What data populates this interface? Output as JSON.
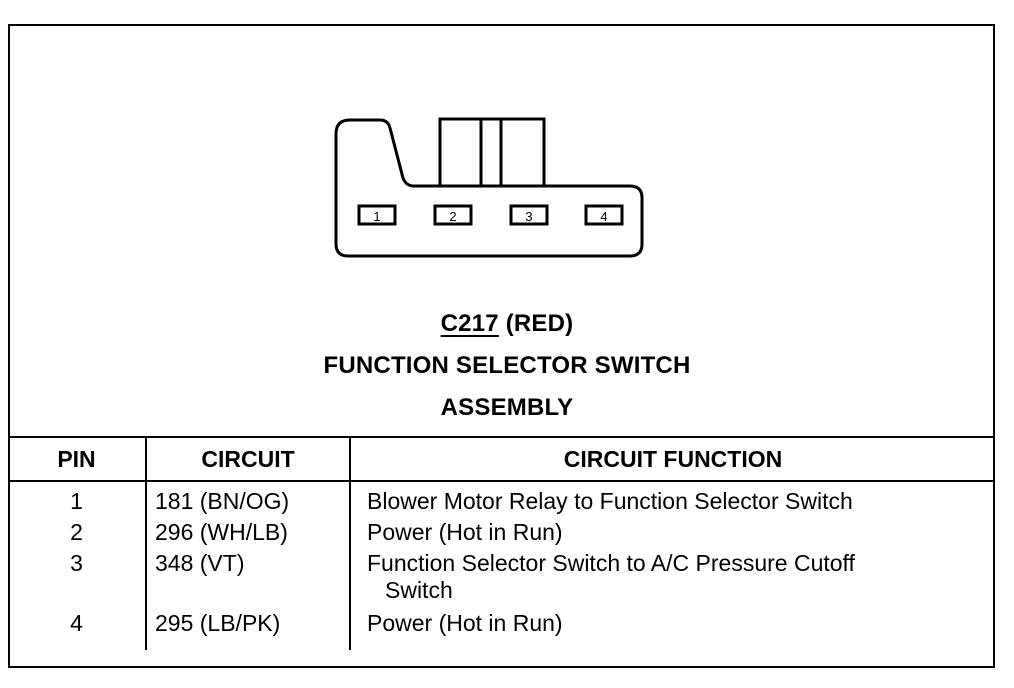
{
  "connector": {
    "id": "C217",
    "color": "(RED)",
    "name_line1": "FUNCTION SELECTOR SWITCH",
    "name_line2": "ASSEMBLY",
    "pin_labels": [
      "1",
      "2",
      "3",
      "4"
    ]
  },
  "table": {
    "headers": {
      "pin": "PIN",
      "circuit": "CIRCUIT",
      "function": "CIRCUIT FUNCTION"
    },
    "rows": [
      {
        "pin": "1",
        "circuit": "181 (BN/OG)",
        "function": "Blower Motor Relay to Function Selector Switch",
        "function_cont": ""
      },
      {
        "pin": "2",
        "circuit": "296 (WH/LB)",
        "function": "Power (Hot in Run)",
        "function_cont": ""
      },
      {
        "pin": "3",
        "circuit": "348 (VT)",
        "function": "Function Selector Switch to A/C Pressure Cutoff",
        "function_cont": "Switch"
      },
      {
        "pin": "4",
        "circuit": "295 (LB/PK)",
        "function": "Power (Hot in Run)",
        "function_cont": ""
      }
    ]
  }
}
